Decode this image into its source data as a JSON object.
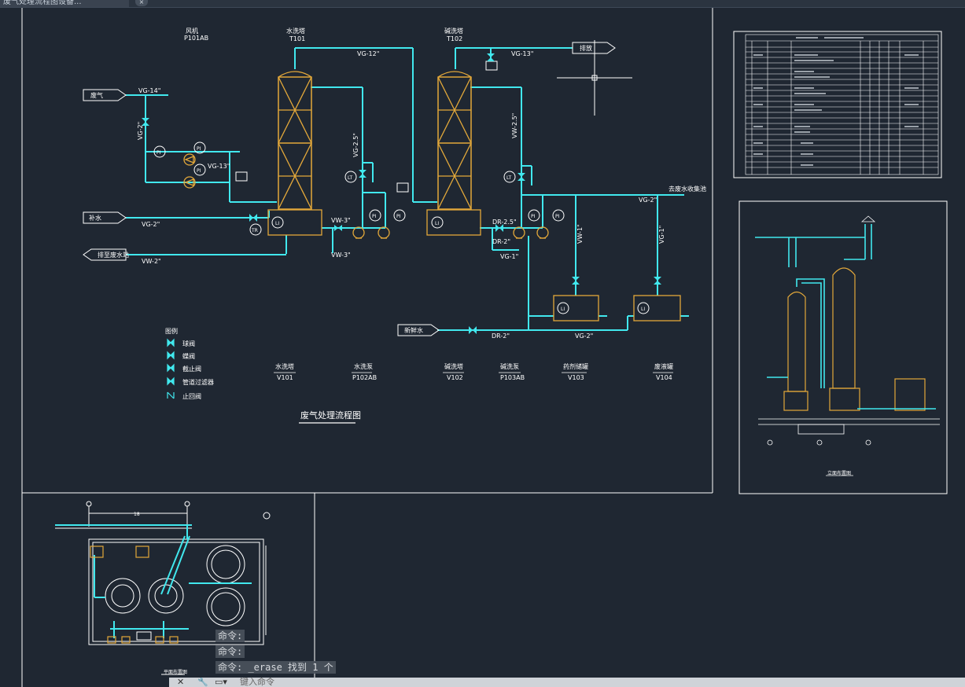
{
  "app": {
    "file_tab": "废气处理流程图设备...",
    "close_glyph": "×"
  },
  "flow_diagram": {
    "title": "废气处理流程图",
    "equipment": [
      {
        "name": "风机",
        "tag": "P101AB"
      },
      {
        "name": "水洗塔",
        "tag": "T101"
      },
      {
        "name": "碱洗塔",
        "tag": "T102"
      }
    ],
    "streams": {
      "exhaust_in": "废气",
      "water_in": "补水",
      "vent_out": "排放",
      "drain_out": "排至废水站",
      "fresh_in": "新鲜水",
      "tank_out": "去废水收集池"
    },
    "line_labels": [
      "VG-14\"",
      "VG-12\"",
      "VG-13\"",
      "VG-13\"",
      "VG-2\"",
      "VW-2\"",
      "VW-3\"",
      "VW-3\"",
      "VG-2.5\"",
      "VW-2.5\"",
      "DR-2.5\"",
      "DR-2\"",
      "DR-2\"",
      "VG-2\"",
      "VG-2\"",
      "VG-2\"",
      "VW-1\"",
      "VG-1\"",
      "VG-1\""
    ],
    "instruments": [
      "PI",
      "PI",
      "PI",
      "PI",
      "PI",
      "PI",
      "PI",
      "LI",
      "LI",
      "LI",
      "LI",
      "TR",
      "LT",
      "LT"
    ],
    "legend": {
      "title": "图例",
      "items": [
        "球阀",
        "蝶阀",
        "截止阀",
        "管道过滤器",
        "止回阀"
      ]
    },
    "bottom_labels": [
      {
        "name": "水洗塔",
        "tag": "V101"
      },
      {
        "name": "水洗泵",
        "tag": "P102AB"
      },
      {
        "name": "碱洗塔",
        "tag": "V102"
      },
      {
        "name": "碱洗泵",
        "tag": "P103AB"
      },
      {
        "name": "药剂储罐",
        "tag": "V103"
      },
      {
        "name": "废液罐",
        "tag": "V104"
      }
    ]
  },
  "elevation_view": {
    "title": "立面布置图"
  },
  "plan_view": {
    "title": "平面布置图",
    "dimension": "18"
  },
  "command_history": [
    "命令:",
    "命令:",
    "命令: _erase 找到 1 个"
  ],
  "statusbar": {
    "input_placeholder": "键入命令"
  },
  "colors": {
    "background": "#1f2732",
    "pipe": "#41e8ee",
    "equipment": "#e3a83a",
    "line": "#ffffff"
  }
}
